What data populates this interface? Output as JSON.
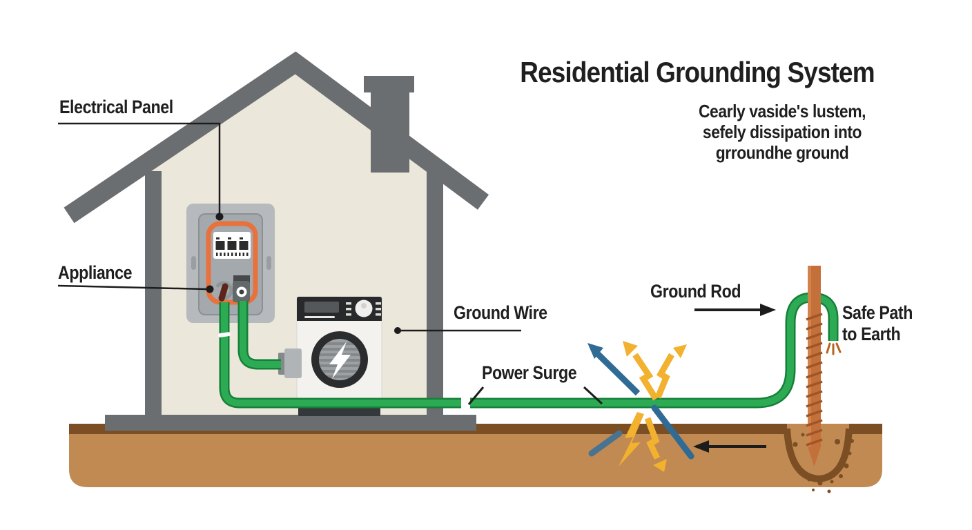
{
  "header": {
    "title": "Residential Grounding System",
    "subtitle_lines": [
      "Cearly vaside's lustem,",
      "sefely dissipation into",
      "grroundhe ground"
    ]
  },
  "labels": {
    "electrical_panel": "Electrical Panel",
    "appliance": "Appliance",
    "ground_wire": "Ground Wire",
    "power_surge": "Power Surge",
    "ground_rod": "Ground Rod",
    "safe_path_line1": "Safe Path",
    "safe_path_line2": "to Earth"
  },
  "icons": {
    "washer_door": "lightning-bolt-icon",
    "surge": "surge-burst-icon"
  },
  "colors": {
    "text": "#1f1f1f",
    "roof_gray": "#6b6e70",
    "wall_cream": "#ece7db",
    "panel_light": "#b6babd",
    "panel_mid": "#a4a9ad",
    "accent_orange": "#e8713c",
    "wire_green": "#2dab54",
    "wire_green_dark": "#15803a",
    "soil_brown": "#c18a52",
    "soil_dark": "#7c4e24",
    "rod_copper": "#c3703b",
    "rod_copper_dark": "#9e5527",
    "surge_blue": "#2f6b94",
    "surge_yellow": "#f2b12e",
    "leader_black": "#1c1c1c"
  }
}
